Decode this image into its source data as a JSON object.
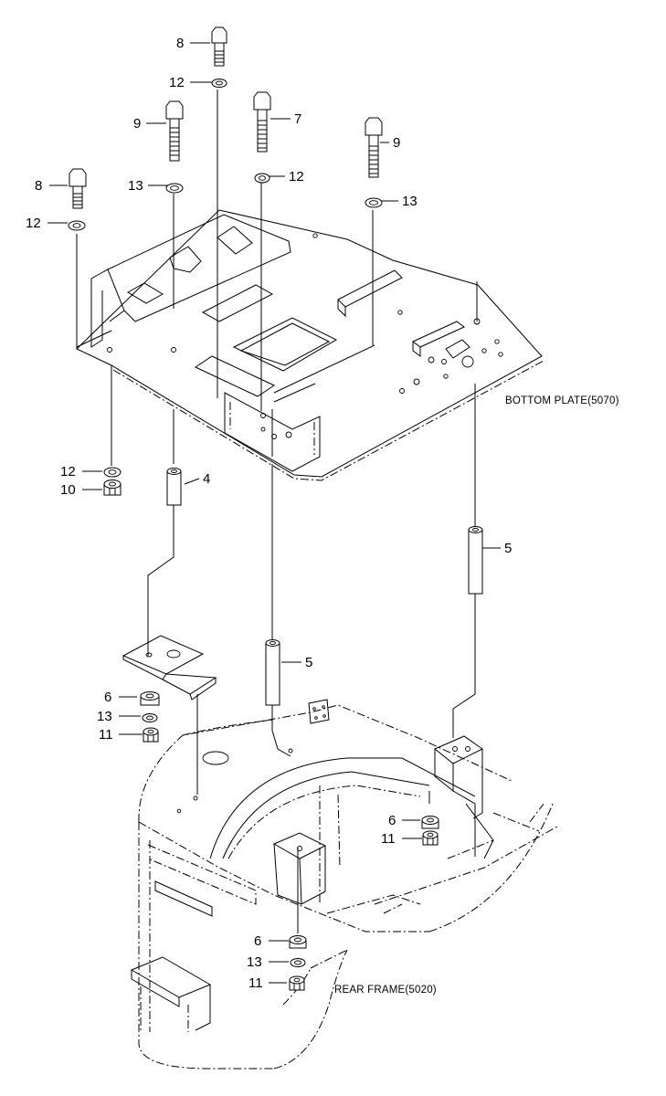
{
  "labels": {
    "bottom_plate": "BOTTOM PLATE(5070)",
    "rear_frame": "REAR FRAME(5020)"
  },
  "callouts": {
    "bolt_8_top": "8",
    "washer_12_top": "12",
    "bolt_9_left": "9",
    "bolt_7": "7",
    "bolt_9_right": "9",
    "washer_13_left": "13",
    "washer_12_mid": "12",
    "washer_13_right": "13",
    "bolt_8_left": "8",
    "washer_12_left": "12",
    "washer_12_under": "12",
    "nut_10": "10",
    "spacer_4": "4",
    "spacer_5_right": "5",
    "spacer_5_center": "5",
    "bush_6_left": "6",
    "washer_13_lower_left": "13",
    "nut_11_left": "11",
    "bush_6_right": "6",
    "nut_11_right": "11",
    "bush_6_bottom": "6",
    "washer_13_bottom": "13",
    "nut_11_bottom": "11"
  }
}
